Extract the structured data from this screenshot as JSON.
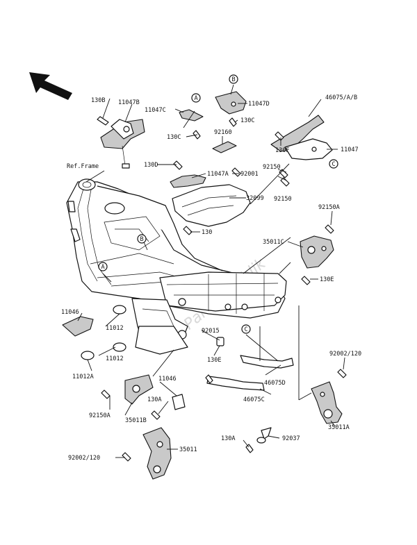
{
  "reference_label": "Ref.Frame",
  "watermark": "Partsrepublik",
  "part_labels": {
    "130B": "130B",
    "11047B": "11047B",
    "11047C": "11047C",
    "130C_a": "130C",
    "11047D": "11047D",
    "130C_b": "130C",
    "92160": "92160",
    "46075AB": "46075/A/B",
    "130F": "130F",
    "11047": "11047",
    "130D": "130D",
    "11047A": "11047A",
    "92001": "92001",
    "92150_top": "92150",
    "92150_b": "92150",
    "32099": "32099",
    "130_mid": "130",
    "92150A_r": "92150A",
    "35011C": "35011C",
    "130E_r": "130E",
    "11046_l": "11046",
    "11012": "11012",
    "92015": "92015",
    "130E_m": "130E",
    "11012A": "11012A",
    "11012_b": "11012",
    "11046_b": "11046",
    "130A_a": "130A",
    "92150A_l": "92150A",
    "35011B": "35011B",
    "46075D": "46075D",
    "46075C": "46075C",
    "92002_120_r": "92002/120",
    "35011A": "35011A",
    "130A_b": "130A",
    "92037": "92037",
    "35011": "35011",
    "92002_120_l": "92002/120"
  },
  "callouts": {
    "A_top": "A",
    "B_top": "B",
    "C_top": "C",
    "A_frame": "A",
    "B_frame": "B",
    "C_mid": "C"
  }
}
